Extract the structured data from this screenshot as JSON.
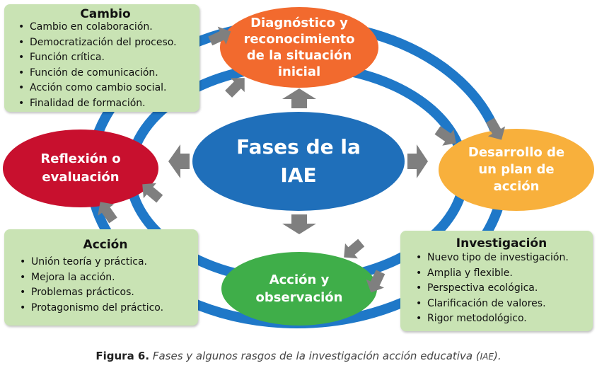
{
  "center": {
    "line1": "Fases de la",
    "line2": "IAE"
  },
  "phases": {
    "diagnostico": {
      "lines": [
        "Diagnóstico y",
        "reconocimiento",
        "de la situación",
        "inicial"
      ]
    },
    "desarrollo": {
      "lines": [
        "Desarrollo de",
        "un plan de",
        "acción"
      ]
    },
    "accion_obs": {
      "lines": [
        "Acción y",
        "observación"
      ]
    },
    "reflexion": {
      "lines": [
        "Reflexión o",
        "evaluación"
      ]
    }
  },
  "boxes": {
    "cambio": {
      "title": "Cambio",
      "items": [
        "Cambio en colaboración.",
        "Democratización del proceso.",
        "Función crítica.",
        "Función de comunicación.",
        "Acción como cambio social.",
        "Finalidad de formación."
      ]
    },
    "accion": {
      "title": "Acción",
      "items": [
        "Unión teoría y práctica.",
        "Mejora la acción.",
        "Problemas prácticos.",
        "Protagonismo del práctico."
      ]
    },
    "investigacion": {
      "title": "Investigación",
      "items": [
        "Nuevo tipo de investigación.",
        "Amplia y flexible.",
        "Perspectiva ecológica.",
        "Clarificación de valores.",
        "Rigor metodológico."
      ]
    }
  },
  "caption": {
    "label": "Figura 6.",
    "text": " Fases y algunos rasgos de la investigación acción educativa (",
    "abbr": "IAE",
    "end": ")."
  },
  "colors": {
    "ring": "#1f78c8",
    "center": "#1f6fba",
    "diagnostico": "#f26a2e",
    "desarrollo": "#f8b03c",
    "accion_obs": "#3fae49",
    "reflexion": "#c8102e",
    "arrow": "#7f7f7f",
    "box": "#c9e3b4"
  },
  "icons": [
    "arrow-right-icon",
    "arrow-left-icon",
    "arrow-up-icon",
    "arrow-down-icon"
  ]
}
